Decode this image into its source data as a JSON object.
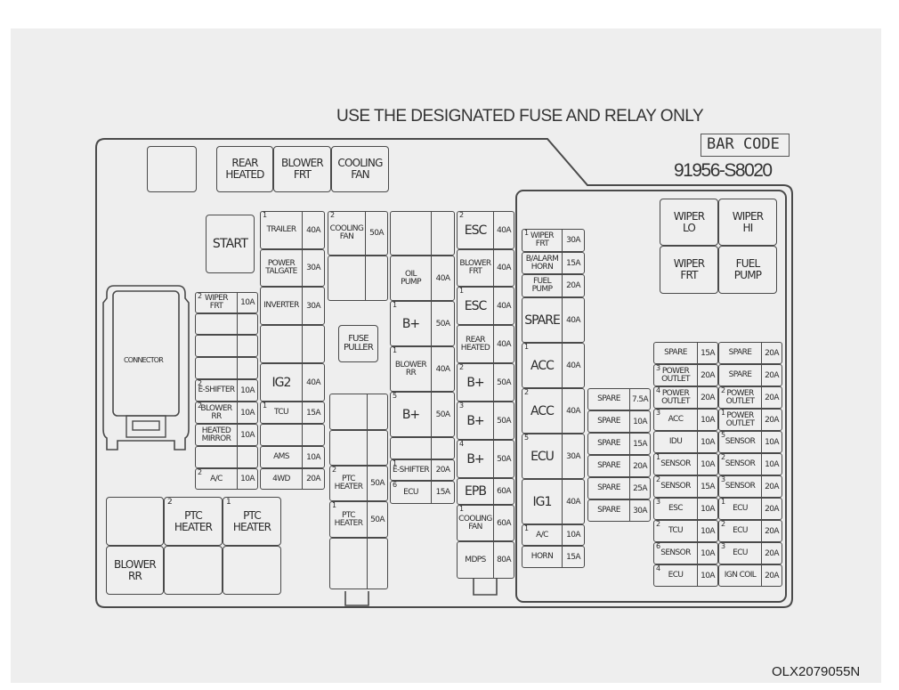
{
  "header": {
    "warning": "USE THE DESIGNATED FUSE AND RELAY ONLY",
    "bar_code_label": "BAR CODE",
    "part_number": "91956-S8020"
  },
  "figure_id": "OLX2079055N",
  "top_relays": [
    {
      "label": ""
    },
    {
      "label": "REAR\nHEATED"
    },
    {
      "label": "BLOWER\nFRT"
    },
    {
      "label": "COOLING\nFAN"
    }
  ],
  "start_relay": {
    "label": "START"
  },
  "connector": {
    "label": "CONNECTOR"
  },
  "fuse_puller": {
    "label": "FUSE\nPULLER"
  },
  "left_column": [
    {
      "num": "2",
      "name": "WIPER\nFRT",
      "amp": "10A"
    },
    {
      "num": "",
      "name": "",
      "amp": ""
    },
    {
      "num": "",
      "name": "",
      "amp": ""
    },
    {
      "num": "",
      "name": "",
      "amp": ""
    },
    {
      "num": "2",
      "name": "E-SHIFTER",
      "amp": "10A"
    },
    {
      "num": "2",
      "name": "BLOWER\nRR",
      "amp": "10A"
    },
    {
      "num": "",
      "name": "HEATED\nMIRROR",
      "amp": "10A"
    },
    {
      "num": "",
      "name": "",
      "amp": ""
    },
    {
      "num": "2",
      "name": "A/C",
      "amp": "10A"
    }
  ],
  "col2": [
    {
      "num": "1",
      "name": "TRAILER",
      "amp": "40A"
    },
    {
      "num": "",
      "name": "POWER\nTALGATE",
      "amp": "30A"
    },
    {
      "num": "",
      "name": "INVERTER",
      "amp": "30A"
    },
    {
      "num": "",
      "name": "",
      "amp": ""
    },
    {
      "num": "",
      "name": "IG2",
      "amp": "40A",
      "big": true
    },
    {
      "num": "1",
      "name": "TCU",
      "amp": "15A"
    },
    {
      "num": "",
      "name": "",
      "amp": ""
    },
    {
      "num": "",
      "name": "AMS",
      "amp": "10A"
    },
    {
      "num": "",
      "name": "4WD",
      "amp": "20A"
    }
  ],
  "col3_top": [
    {
      "num": "2",
      "name": "COOLING\nFAN",
      "amp": "50A"
    },
    {
      "num": "",
      "name": "",
      "amp": ""
    }
  ],
  "col3_bottom": [
    {
      "num": "",
      "name": "",
      "amp": ""
    },
    {
      "num": "",
      "name": "",
      "amp": ""
    },
    {
      "num": "2",
      "name": "PTC\nHEATER",
      "amp": "50A"
    },
    {
      "num": "1",
      "name": "PTC\nHEATER",
      "amp": "50A"
    },
    {
      "num": "",
      "name": "",
      "amp": ""
    }
  ],
  "col4": [
    {
      "num": "",
      "name": "",
      "amp": ""
    },
    {
      "num": "",
      "name": "OIL\nPUMP",
      "amp": "40A"
    },
    {
      "num": "1",
      "name": "B+",
      "amp": "50A",
      "big": true
    },
    {
      "num": "1",
      "name": "BLOWER\nRR",
      "amp": "40A"
    },
    {
      "num": "5",
      "name": "B+",
      "amp": "50A",
      "big": true
    },
    {
      "num": "",
      "name": "",
      "amp": ""
    },
    {
      "num": "1",
      "name": "E-SHIFTER",
      "amp": "20A"
    },
    {
      "num": "6",
      "name": "ECU",
      "amp": "15A"
    }
  ],
  "col5": [
    {
      "num": "2",
      "name": "ESC",
      "amp": "40A",
      "big": true
    },
    {
      "num": "",
      "name": "BLOWER\nFRT",
      "amp": "40A"
    },
    {
      "num": "1",
      "name": "ESC",
      "amp": "40A",
      "big": true
    },
    {
      "num": "",
      "name": "REAR\nHEATED",
      "amp": "40A"
    },
    {
      "num": "2",
      "name": "B+",
      "amp": "50A",
      "big": true
    },
    {
      "num": "3",
      "name": "B+",
      "amp": "50A",
      "big": true
    },
    {
      "num": "4",
      "name": "B+",
      "amp": "50A",
      "big": true
    },
    {
      "num": "",
      "name": "EPB",
      "amp": "60A",
      "big": true
    },
    {
      "num": "1",
      "name": "COOLING\nFAN",
      "amp": "60A"
    },
    {
      "num": "",
      "name": "MDPS",
      "amp": "80A"
    }
  ],
  "col6": [
    {
      "num": "1",
      "name": "WIPER\nFRT",
      "amp": "30A"
    },
    {
      "num": "",
      "name": "B/ALARM\nHORN",
      "amp": "15A"
    },
    {
      "num": "",
      "name": "FUEL\nPUMP",
      "amp": "20A"
    },
    {
      "num": "",
      "name": "SPARE",
      "amp": "40A",
      "big": true
    },
    {
      "num": "1",
      "name": "ACC",
      "amp": "40A",
      "big": true
    },
    {
      "num": "2",
      "name": "ACC",
      "amp": "40A",
      "big": true
    },
    {
      "num": "5",
      "name": "ECU",
      "amp": "30A",
      "big": true
    },
    {
      "num": "",
      "name": "IG1",
      "amp": "40A",
      "big": true
    },
    {
      "num": "1",
      "name": "A/C",
      "amp": "10A"
    },
    {
      "num": "",
      "name": "HORN",
      "amp": "15A"
    }
  ],
  "spare_column": [
    {
      "num": "",
      "name": "SPARE",
      "amp": "7.5A"
    },
    {
      "num": "",
      "name": "SPARE",
      "amp": "10A"
    },
    {
      "num": "",
      "name": "SPARE",
      "amp": "15A"
    },
    {
      "num": "",
      "name": "SPARE",
      "amp": "20A"
    },
    {
      "num": "",
      "name": "SPARE",
      "amp": "25A"
    },
    {
      "num": "",
      "name": "SPARE",
      "amp": "30A"
    }
  ],
  "right_col_a": [
    {
      "num": "",
      "name": "SPARE",
      "amp": "15A"
    },
    {
      "num": "3",
      "name": "POWER\nOUTLET",
      "amp": "20A"
    },
    {
      "num": "4",
      "name": "POWER\nOUTLET",
      "amp": "20A"
    },
    {
      "num": "3",
      "name": "ACC",
      "amp": "10A"
    },
    {
      "num": "",
      "name": "IDU",
      "amp": "10A"
    },
    {
      "num": "1",
      "name": "SENSOR",
      "amp": "10A"
    },
    {
      "num": "2",
      "name": "SENSOR",
      "amp": "15A"
    },
    {
      "num": "3",
      "name": "ESC",
      "amp": "10A"
    },
    {
      "num": "2",
      "name": "TCU",
      "amp": "10A"
    },
    {
      "num": "6",
      "name": "SENSOR",
      "amp": "10A"
    },
    {
      "num": "4",
      "name": "ECU",
      "amp": "10A"
    }
  ],
  "right_col_b": [
    {
      "num": "",
      "name": "SPARE",
      "amp": "20A"
    },
    {
      "num": "",
      "name": "SPARE",
      "amp": "20A"
    },
    {
      "num": "2",
      "name": "POWER\nOUTLET",
      "amp": "20A"
    },
    {
      "num": "1",
      "name": "POWER\nOUTLET",
      "amp": "20A"
    },
    {
      "num": "5",
      "name": "SENSOR",
      "amp": "10A"
    },
    {
      "num": "2",
      "name": "SENSOR",
      "amp": "10A"
    },
    {
      "num": "3",
      "name": "SENSOR",
      "amp": "20A"
    },
    {
      "num": "1",
      "name": "ECU",
      "amp": "20A"
    },
    {
      "num": "2",
      "name": "ECU",
      "amp": "20A"
    },
    {
      "num": "3",
      "name": "ECU",
      "amp": "20A"
    },
    {
      "num": "",
      "name": "IGN COIL",
      "amp": "20A"
    }
  ],
  "right_relays": [
    {
      "label": "WIPER\nLO"
    },
    {
      "label": "WIPER\nHI"
    },
    {
      "label": "WIPER\nFRT"
    },
    {
      "label": "FUEL\nPUMP"
    }
  ],
  "bottom_relays": [
    {
      "num": "",
      "label": ""
    },
    {
      "num": "2",
      "label": "PTC\nHEATER"
    },
    {
      "num": "1",
      "label": "PTC\nHEATER"
    },
    {
      "num": "",
      "label": "BLOWER\nRR"
    },
    {
      "num": "",
      "label": ""
    },
    {
      "num": "",
      "label": ""
    }
  ]
}
